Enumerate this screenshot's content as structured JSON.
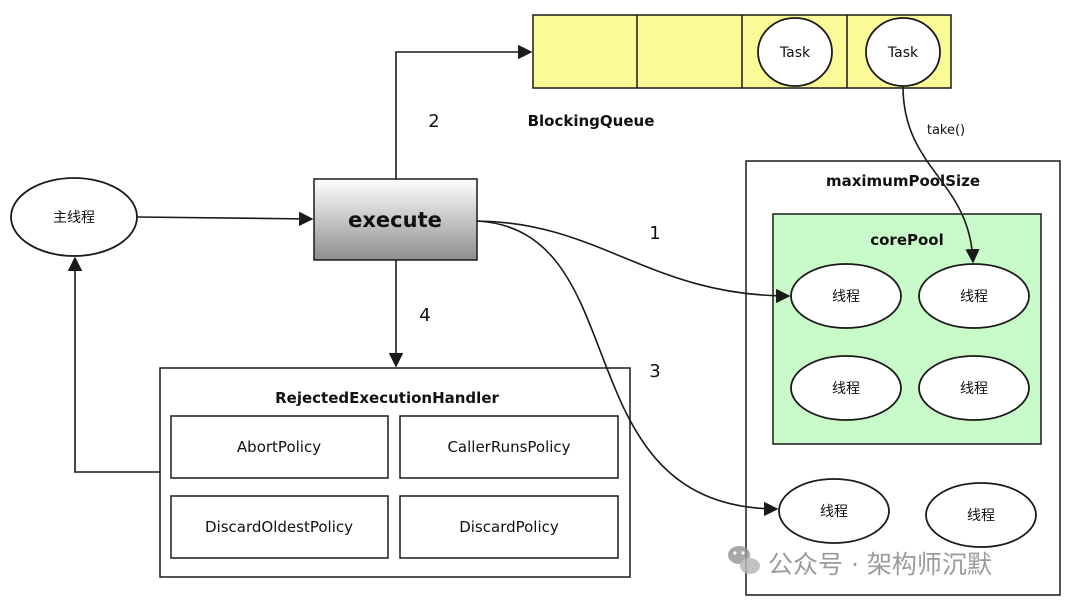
{
  "main_thread": {
    "label": "主线程"
  },
  "execute": {
    "label": "execute"
  },
  "queue": {
    "title": "BlockingQueue",
    "tasks": [
      "Task",
      "Task"
    ],
    "take_label": "take()"
  },
  "flow_numbers": {
    "n1": "1",
    "n2": "2",
    "n3": "3",
    "n4": "4"
  },
  "max_pool": {
    "title": "maximumPoolSize",
    "extra_threads": [
      "线程",
      "线程"
    ]
  },
  "core_pool": {
    "title": "corePool",
    "threads": [
      "线程",
      "线程",
      "线程",
      "线程"
    ]
  },
  "handler": {
    "title": "RejectedExecutionHandler",
    "policies": [
      "AbortPolicy",
      "CallerRunsPolicy",
      "DiscardOldestPolicy",
      "DiscardPolicy"
    ]
  },
  "watermark": {
    "text": "公众号 · 架构师沉默"
  },
  "colors": {
    "queue_fill": "#fbfa96",
    "core_fill": "#c9fac9",
    "stroke": "#1a1a1a"
  }
}
